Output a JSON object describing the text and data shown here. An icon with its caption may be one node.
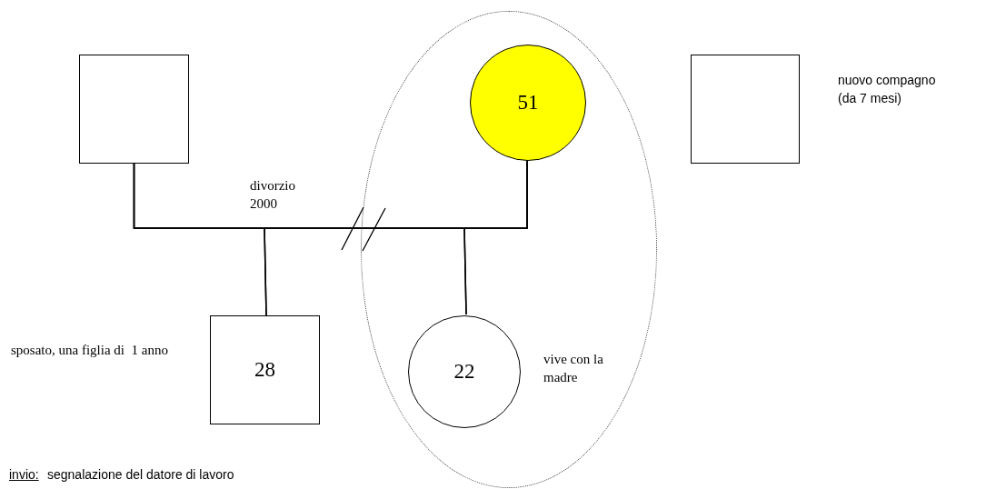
{
  "diagram": {
    "nodes": [
      {
        "text": [],
        "shape": "ellipse"
      },
      {
        "text": [],
        "shape": "box"
      },
      {
        "text": [
          "51"
        ],
        "in": 0
      },
      {
        "text": [],
        "shape": "box",
        "beside": [
          "nuovo compagno (da 7 mesi)"
        ]
      },
      {
        "text": [
          "28"
        ],
        "beside": [
          "sposato, una figlia di  1 anno"
        ]
      },
      {
        "text": [
          "22"
        ],
        "in": 0,
        "beside": [
          "vive con la madre"
        ]
      }
    ],
    "edges": [
      {
        "from": 1,
        "to": 2,
        "arrow": "none",
        "label": "divorzio 2000"
      },
      {
        "from": 1,
        "to": 4,
        "arrow": "none"
      },
      {
        "from": 2,
        "to": 4,
        "arrow": "none"
      },
      {
        "from": 1,
        "to": 5,
        "arrow": "none"
      },
      {
        "from": 2,
        "to": 5,
        "arrow": "none"
      }
    ],
    "labels": [
      "invio:",
      "segnalazione del datore di lavoro"
    ]
  }
}
